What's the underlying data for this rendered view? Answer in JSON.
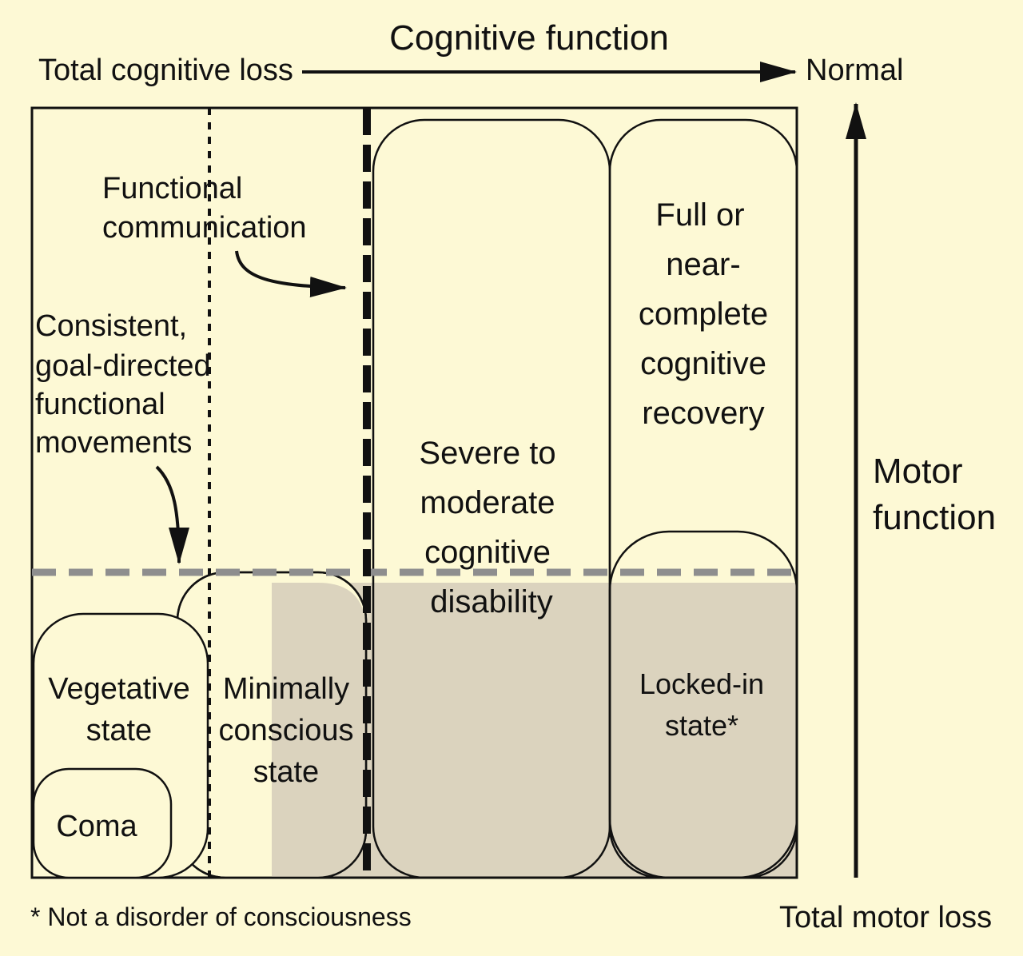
{
  "axes": {
    "cognitive_title": "Cognitive function",
    "cognitive_left": "Total cognitive loss",
    "cognitive_right": "Normal",
    "motor_title": [
      "Motor",
      "function"
    ],
    "motor_bottom": "Total motor loss"
  },
  "annotations": {
    "functional_communication": [
      "Functional",
      "communication"
    ],
    "consistent_movements": [
      "Consistent,",
      "goal-directed",
      "functional",
      "movements"
    ]
  },
  "states": {
    "coma": "Coma",
    "vegetative": [
      "Vegetative",
      "state"
    ],
    "minimally_conscious": [
      "Minimally",
      "conscious",
      "state"
    ],
    "severe_moderate": [
      "Severe to",
      "moderate",
      "cognitive",
      "disability"
    ],
    "full_recovery": [
      "Full or",
      "near-",
      "complete",
      "cognitive",
      "recovery"
    ],
    "locked_in": [
      "Locked-in",
      "state*"
    ]
  },
  "footnote": "* Not a disorder of consciousness",
  "colors": {
    "background": "#fdf9d5",
    "shaded_region": "#dbd3be",
    "grey_dashed_line": "#8e8e8e",
    "stroke": "#111111"
  }
}
